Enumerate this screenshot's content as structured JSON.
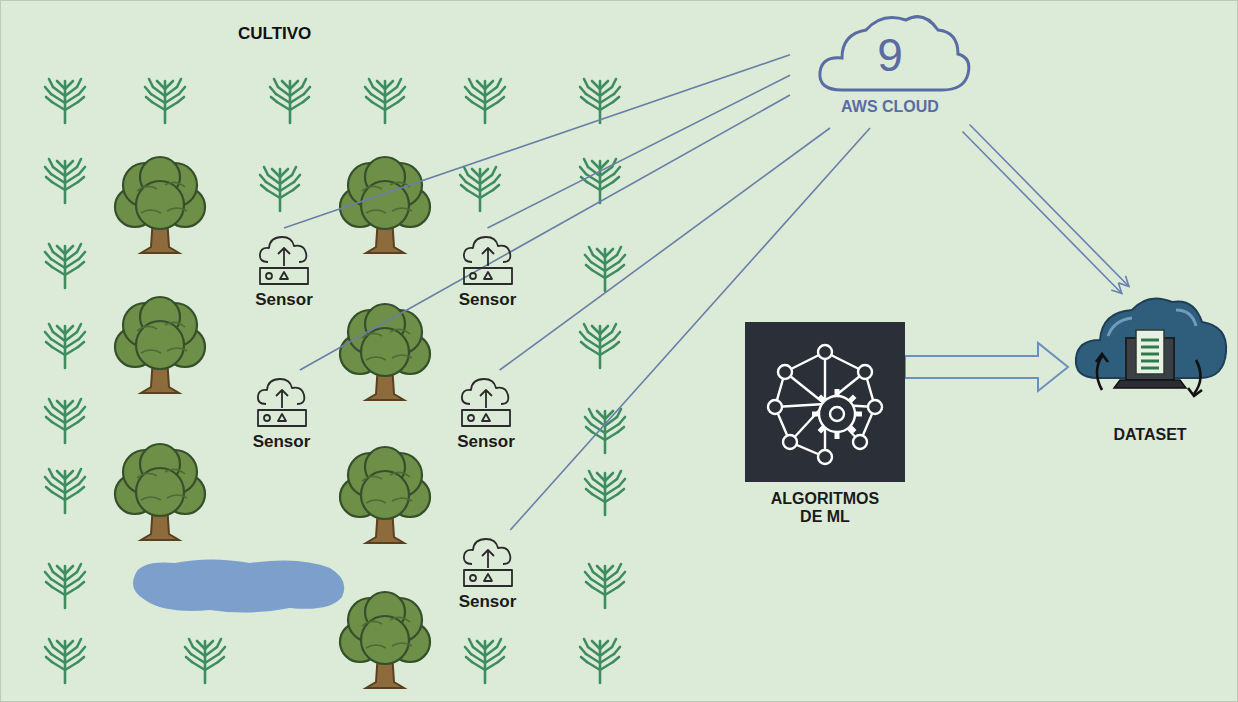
{
  "diagram": {
    "nodes": [
      {
        "text": [
          "9",
          "AWS CLOUD"
        ]
      },
      {
        "text": [
          "Sensor"
        ]
      },
      {
        "text": [
          "Sensor"
        ]
      },
      {
        "text": [
          "Sensor"
        ]
      },
      {
        "text": [
          "Sensor"
        ]
      },
      {
        "text": [
          "Sensor"
        ]
      },
      {
        "text": [
          "ALGORITMOS DE ML"
        ]
      },
      {
        "text": [
          "DATASET"
        ]
      }
    ],
    "edges": [
      {
        "from": 1,
        "to": 0,
        "arrow": "none"
      },
      {
        "from": 2,
        "to": 0,
        "arrow": "none"
      },
      {
        "from": 3,
        "to": 0,
        "arrow": "none"
      },
      {
        "from": 4,
        "to": 0,
        "arrow": "none"
      },
      {
        "from": 5,
        "to": 0,
        "arrow": "none"
      },
      {
        "from": 0,
        "to": 7,
        "arrow": "to"
      },
      {
        "from": 6,
        "to": 7,
        "arrow": "to"
      }
    ],
    "labels": [
      "CULTIVO"
    ]
  }
}
